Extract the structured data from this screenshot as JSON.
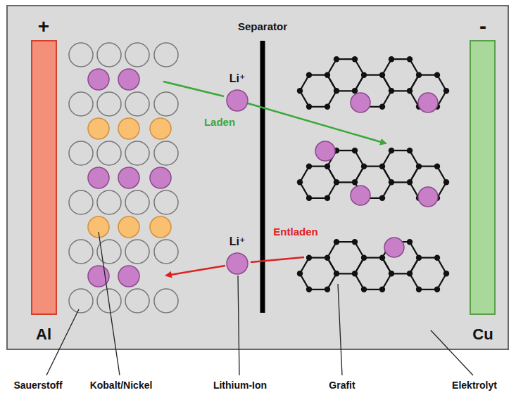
{
  "diagram": {
    "labels": [
      "+",
      "Separator",
      "-",
      "Li⁺",
      "Laden",
      "Li⁺",
      "Entladen",
      "Al",
      "Cu",
      "Sauerstoff",
      "Kobalt/Nickel",
      "Lithium-Ion",
      "Grafit",
      "Elektrolyt"
    ]
  }
}
